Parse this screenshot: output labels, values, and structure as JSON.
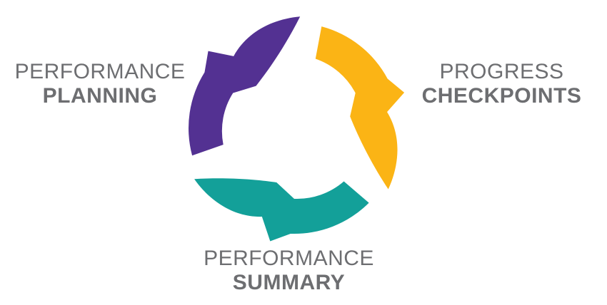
{
  "diagram": {
    "type": "cycle",
    "direction": "clockwise",
    "background": "#ffffff",
    "text_color": "#6d6e71",
    "steps": [
      {
        "id": "performance-planning",
        "line1": "PERFORMANCE",
        "line2": "PLANNING",
        "arrow_color": "#533192",
        "label_position": "left",
        "arrow_position": "top-left"
      },
      {
        "id": "progress-checkpoints",
        "line1": "PROGRESS",
        "line2": "CHECKPOINTS",
        "arrow_color": "#FBB415",
        "label_position": "right",
        "arrow_position": "right"
      },
      {
        "id": "performance-summary",
        "line1": "PERFORMANCE",
        "line2": "SUMMARY",
        "arrow_color": "#13A099",
        "label_position": "bottom",
        "arrow_position": "bottom"
      }
    ]
  }
}
